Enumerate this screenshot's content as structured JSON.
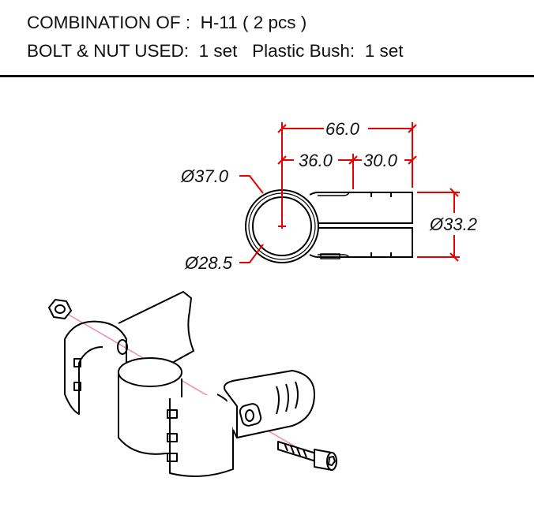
{
  "header": {
    "combination_label": "COMBINATION OF :",
    "combination_value": "H-11 ( 2 pcs )",
    "bolt_label": "BOLT & NUT USED:",
    "bolt_value": "1 set",
    "bush_label": "Plastic Bush:",
    "bush_value": "1 set"
  },
  "dimensions": {
    "overall_length": "66.0",
    "center_to_step": "36.0",
    "step_length": "30.0",
    "outer_diameter": "Ø37.0",
    "inner_diameter": "Ø28.5",
    "arm_diameter": "Ø33.2"
  },
  "colors": {
    "dimension": "#e60000",
    "line": "#000000",
    "bolt_axis": "#f08ab0"
  }
}
